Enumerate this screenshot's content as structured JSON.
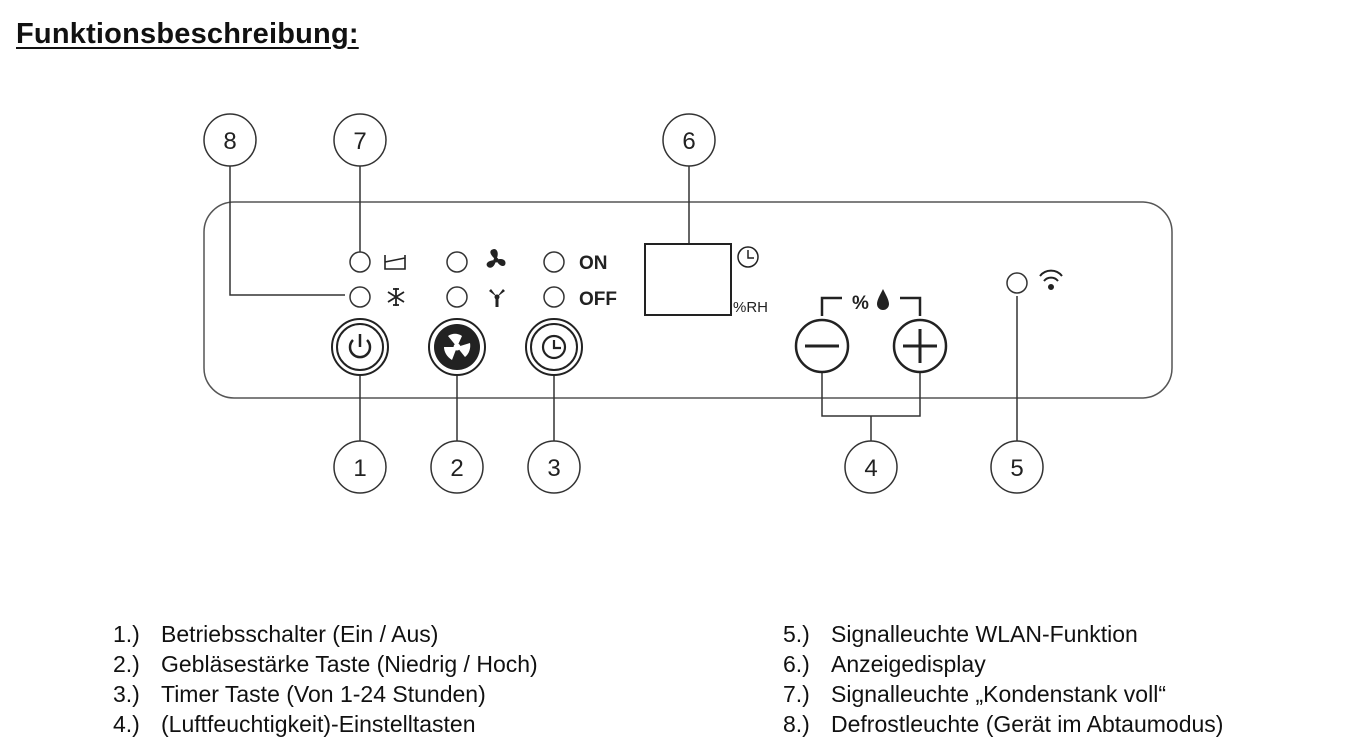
{
  "title": "Funktionsbeschreibung:",
  "callouts": [
    "1",
    "2",
    "3",
    "4",
    "5",
    "6",
    "7",
    "8"
  ],
  "panel": {
    "fan_on_label": "ON",
    "fan_off_label": "OFF",
    "display_unit": "%RH",
    "humidity_label": "%"
  },
  "legend": [
    {
      "num": "1.)",
      "text": "Betriebsschalter (Ein / Aus)"
    },
    {
      "num": "2.)",
      "text": "Gebläsestärke Taste (Niedrig / Hoch)"
    },
    {
      "num": "3.)",
      "text": "Timer Taste (Von 1-24 Stunden)"
    },
    {
      "num": "4.)",
      "text": "(Luftfeuchtigkeit)-Einstelltasten"
    },
    {
      "num": "5.)",
      "text": "Signalleuchte WLAN-Funktion"
    },
    {
      "num": "6.)",
      "text": "Anzeigedisplay"
    },
    {
      "num": "7.)",
      "text": "Signalleuchte „Kondenstank voll“"
    },
    {
      "num": "8.)",
      "text": "Defrostleuchte (Gerät im Abtaumodus)"
    }
  ],
  "icons": [
    "power-icon",
    "fan-icon",
    "timer-icon",
    "minus-icon",
    "plus-icon",
    "wifi-icon",
    "tank-icon",
    "snowflake-icon",
    "fan-high-icon",
    "fan-low-icon",
    "clock-icon",
    "droplet-icon"
  ]
}
